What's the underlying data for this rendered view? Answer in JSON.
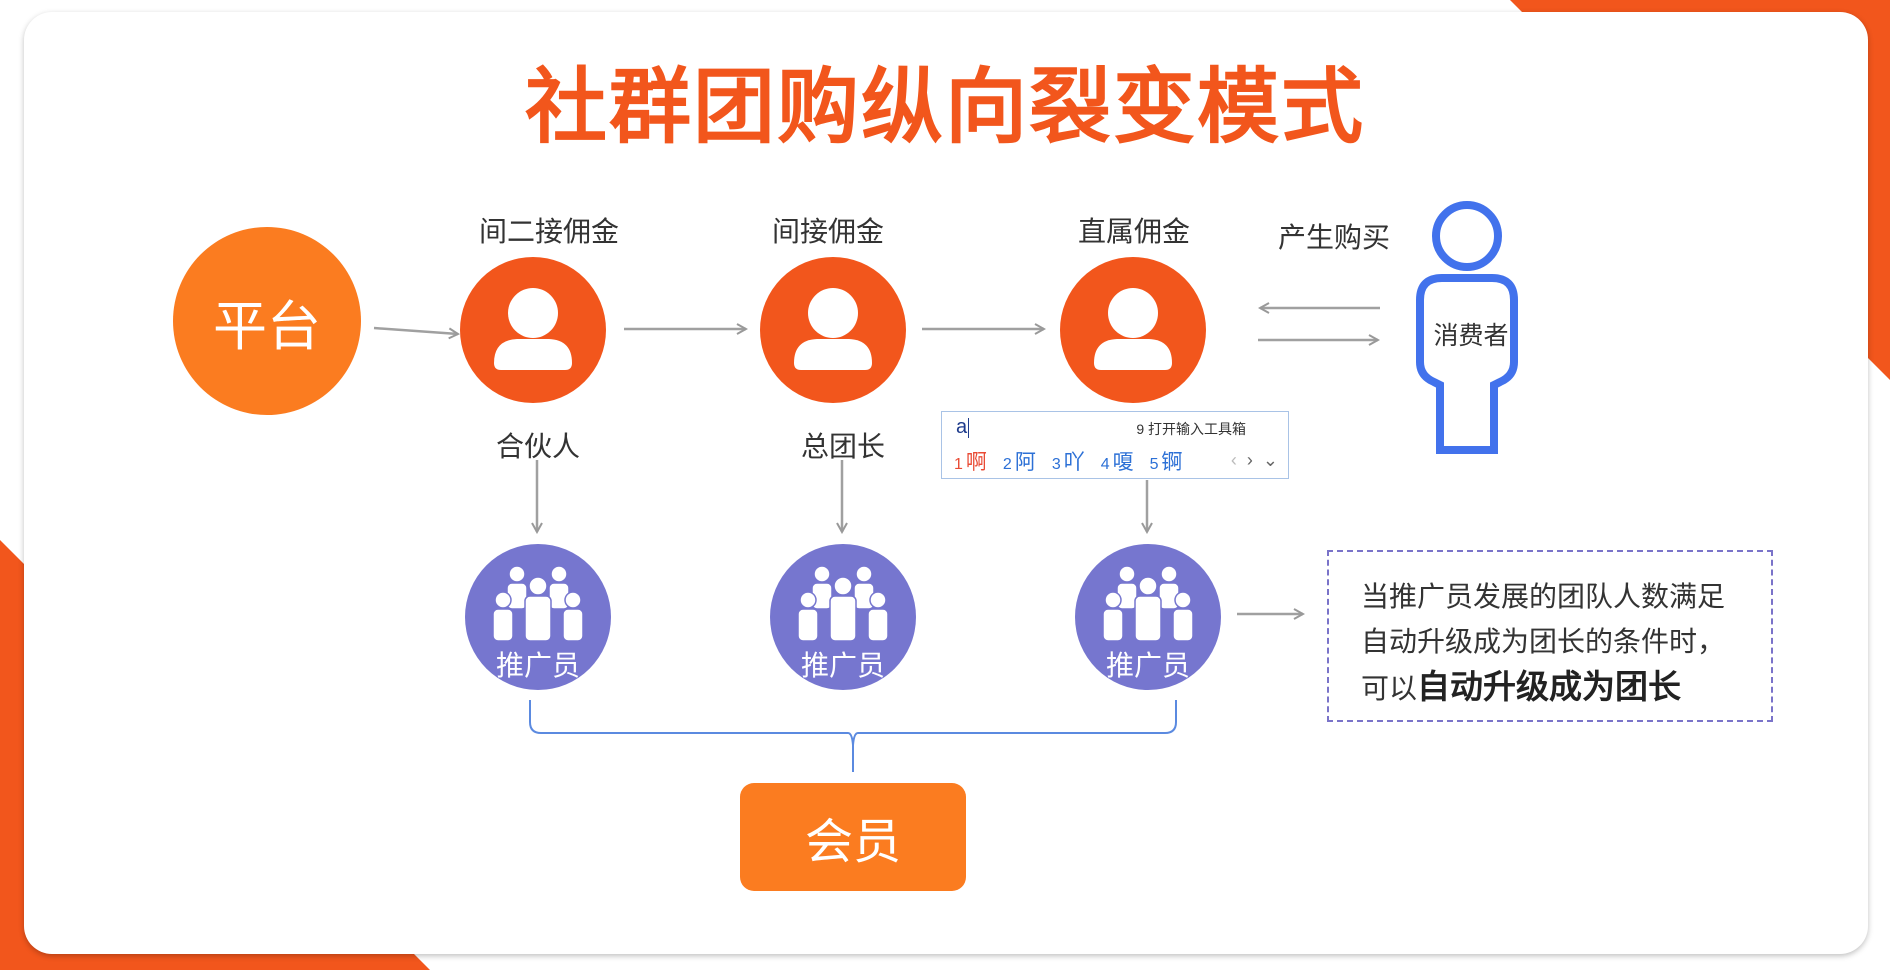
{
  "title": "社群团购纵向裂变模式",
  "nodes": {
    "platform": "平台",
    "consumer": "消费者",
    "member": "会员"
  },
  "commissions": [
    "间二接佣金",
    "间接佣金",
    "直属佣金"
  ],
  "roles": [
    "合伙人",
    "总团长"
  ],
  "purchase_label": "产生购买",
  "team_label": "推广员",
  "note": {
    "line1": "当推广员发展的团队人数满足",
    "line2": "自动升级成为团长的条件时，",
    "line3_prefix": "可以",
    "line3_bold": "自动升级成为团长"
  },
  "ime": {
    "input": "a",
    "toolbox": "9 打开输入工具箱",
    "candidates": [
      {
        "num": "1",
        "char": "啊"
      },
      {
        "num": "2",
        "char": "阿"
      },
      {
        "num": "3",
        "char": "吖"
      },
      {
        "num": "4",
        "char": "嗄"
      },
      {
        "num": "5",
        "char": "锕"
      }
    ]
  },
  "colors": {
    "accent_orange": "#f2561c",
    "light_orange": "#fb7c20",
    "purple": "#7676cf",
    "consumer_blue": "#4272ec",
    "bracket_blue": "#5b8ae0"
  },
  "icons": {
    "agent": "person-icon",
    "team": "group-icon",
    "consumer": "person-outline-icon"
  }
}
